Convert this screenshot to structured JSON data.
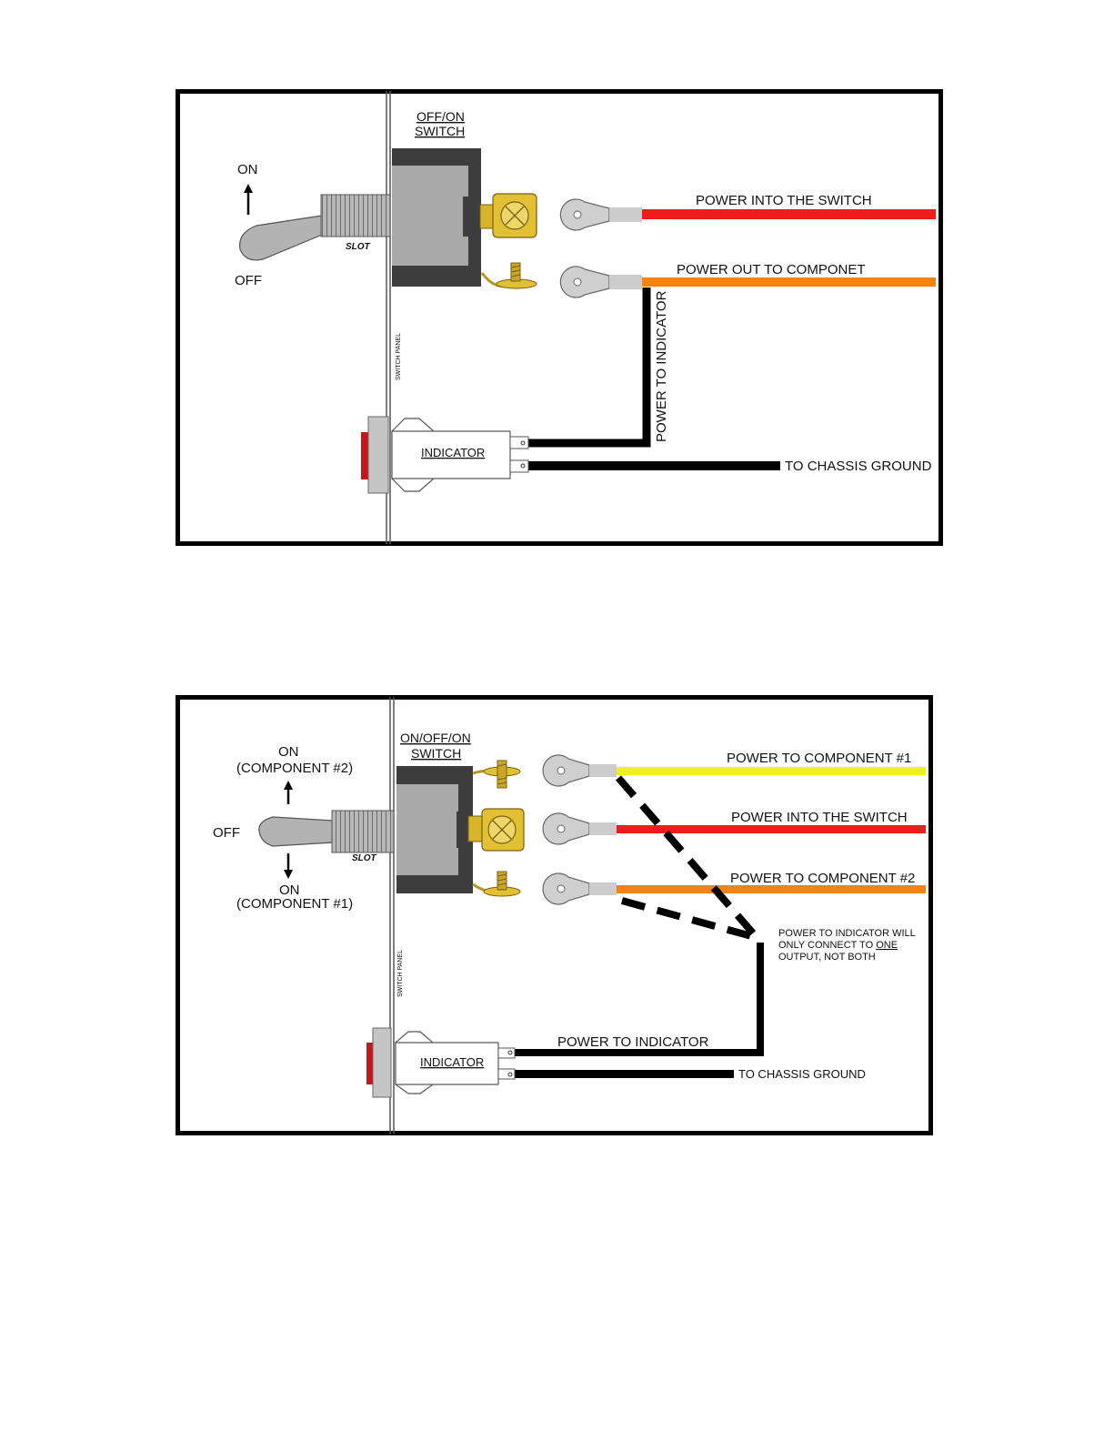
{
  "colors": {
    "power_in": "#ee1c1c",
    "power_out": "#f08414",
    "component_1": "#f0f020",
    "black": "#000000",
    "indicator_red": "#c8151b",
    "brass": "#e1c033",
    "terminal_grey": "#c8c8c8",
    "switch_body": "#a8a8a8",
    "switch_dark": "#3d3d3d"
  },
  "diagram1": {
    "switch_title_line1": "OFF/ON",
    "switch_title_line2": "SWITCH",
    "on_label": "ON",
    "off_label": "OFF",
    "slot_label": "SLOT",
    "panel_label": "SWITCH PANEL",
    "wire_power_in": "POWER INTO THE SWITCH",
    "wire_power_out": "POWER OUT TO COMPONET",
    "wire_indicator": "POWER TO INDICATOR",
    "wire_ground": "TO CHASSIS GROUND",
    "indicator_label": "INDICATOR",
    "icons": [
      "toggle-lever-icon",
      "up-arrow-icon",
      "screw-terminal-icon",
      "ring-terminal-icon",
      "indicator-lamp-icon"
    ]
  },
  "diagram2": {
    "switch_title_line1": "ON/OFF/ON",
    "switch_title_line2": "SWITCH",
    "on_top_label": "ON",
    "on_top_sub": "(COMPONENT #2)",
    "off_label": "OFF",
    "on_bottom_label": "ON",
    "on_bottom_sub": "(COMPONENT #1)",
    "slot_label": "SLOT",
    "panel_label": "SWITCH PANEL",
    "wire_component_1": "POWER TO COMPONENT #1",
    "wire_power_in": "POWER INTO THE SWITCH",
    "wire_component_2": "POWER TO COMPONENT #2",
    "note_line1": "POWER TO INDICATOR WILL",
    "note_line2_prefix": "ONLY CONNECT TO ",
    "note_line2_emph": "ONE",
    "note_line3": "OUTPUT, NOT BOTH",
    "wire_indicator": "POWER TO INDICATOR",
    "wire_ground": "TO CHASSIS GROUND",
    "indicator_label": "INDICATOR",
    "icons": [
      "toggle-lever-icon",
      "up-arrow-icon",
      "down-arrow-icon",
      "screw-terminal-icon",
      "ring-terminal-icon",
      "indicator-lamp-icon"
    ]
  }
}
